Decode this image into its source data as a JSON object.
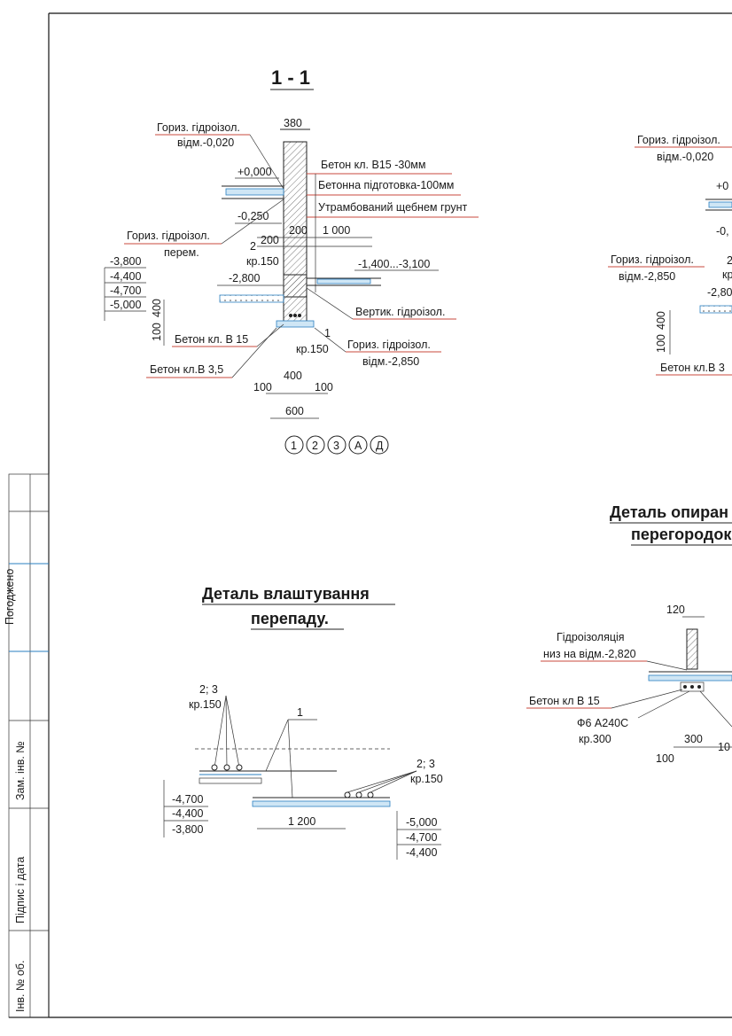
{
  "section_1_1": {
    "title": "1 - 1",
    "dim_380": "380",
    "horiz_1_a": "Гориз. гідроізол.",
    "horiz_1_b": "відм.-0,020",
    "plus_000": "+0,000",
    "beton_b15": "Бетон кл. В15 -30мм",
    "beton_pidg": "Бетонна підготовка-100мм",
    "utramb": "Утрамбований щебнем грунт",
    "m0250": "-0,250",
    "horiz_2_a": "Гориз. гідроізол.",
    "horiz_2_b": "перем.",
    "n200a": "200",
    "n200b": "200",
    "n1000": "1 000",
    "n2": "2",
    "kr150": "кр.150",
    "range_1400": "-1,400...-3,100",
    "l3800": "-3,800",
    "l4400": "-4,400",
    "l4700": "-4,700",
    "l5000": "-5,000",
    "m2800": "-2,800",
    "vertik": "Вертик. гідроізол.",
    "d400": "400",
    "d100": "100",
    "beton_b15_2": "Бетон кл. В 15",
    "n1": "1",
    "kr150b": "кр.150",
    "horiz_3_a": "Гориз. гідроізол.",
    "horiz_3_b": "відм.-2,850",
    "beton_b35": "Бетон кл.В 3,5",
    "dim_400": "400",
    "dim_100l": "100",
    "dim_100r": "100",
    "dim_600": "600",
    "axes": [
      "1",
      "2",
      "3",
      "А",
      "Д"
    ]
  },
  "right_section": {
    "horiz_a": "Гориз. гідроізол.",
    "horiz_b": "відм.-0,020",
    "plus": "+0",
    "m0": "-0,",
    "horiz2_a": "Гориз. гідроізол.",
    "horiz2_b": "відм.-2,850",
    "n2": "2",
    "kr": "кр",
    "m28": "-2,80",
    "d400": "400",
    "d100": "100",
    "beton": "Бетон кл.В 3"
  },
  "detail_drop": {
    "title_1": "Деталь влаштування",
    "title_2": "перепаду.",
    "l23": "2; 3",
    "kr150": "кр.150",
    "n1": "1",
    "r23": "2; 3",
    "rkr150": "кр.150",
    "left_levels": [
      "-4,700",
      "-4,400",
      "-3,800"
    ],
    "dim_1200": "1 200",
    "right_levels": [
      "-5,000",
      "-4,700",
      "-4,400"
    ]
  },
  "detail_support": {
    "title_1": "Деталь опиран",
    "title_2": "перегородок",
    "d120": "120",
    "gidro_a": "Гідроізоляція",
    "gidro_b": "низ на відм.-2,820",
    "beton": "Бетон кл В 15",
    "f6": "Ф6 А240С",
    "kr300": "кр.300",
    "d300": "300",
    "d100a": "100",
    "d100b": "10"
  },
  "stamp": {
    "pogodzheno": "Погоджено",
    "zam_inv": "Зам. інв. №",
    "pidpys": "Підпис і дата",
    "inv_ob": "Інв. № об."
  }
}
